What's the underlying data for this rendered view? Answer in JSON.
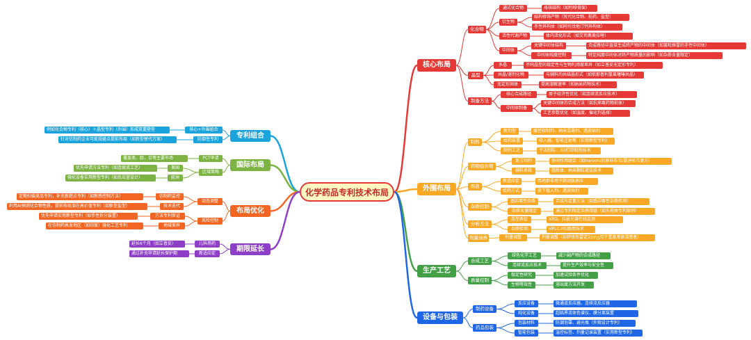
{
  "root": "化学药品专利技术布局",
  "colors": {
    "red": "#e53935",
    "orange": "#f9a825",
    "green": "#43a047",
    "blue": "#1e66e6",
    "cyan": "#1aa3dc",
    "olive": "#7cb342",
    "coral": "#f26522",
    "purple": "#8e3fc7"
  },
  "branches": {
    "core": {
      "label": "核心布局",
      "children": [
        {
          "label": "化合物",
          "children": [
            {
              "label": "通式化合物",
              "children": [
                {
                  "label": "母核结构（如吲哚骨架）"
                }
              ]
            },
            {
              "label": "衍生物",
              "children": [
                {
                  "label": "结构修饰产物（氘代化合物、前药、盐型）"
                },
                {
                  "label": "手性异构体（如阿托伐他汀钙异构体）"
                }
              ]
            },
            {
              "label": "活性代谢产物",
              "children": [
                {
                  "label": "体内活化形式（如艾司奥美拉唑）"
                }
              ]
            },
            {
              "label": "中间体",
              "children": [
                {
                  "label": "关键中间体结构",
                  "children": [
                    {
                      "label": "合成路径中直接生成终产物的中间体（如氯吡格雷的手性中间体）"
                    }
                  ]
                },
                {
                  "label": "中间体纯度控制",
                  "children": [
                    {
                      "label": "特定纯度中间体对终产物质量的影响（如杂质含量限定）"
                    }
                  ]
                }
              ]
            }
          ]
        },
        {
          "label": "晶型",
          "children": [
            {
              "label": "多晶",
              "children": [
                {
                  "label": "不同晶型的稳定性与生物利用度差异（如立普妥无定形专利）"
                }
              ]
            },
            {
              "label": "共晶/溶剂化物",
              "children": [
                {
                  "label": "与辅料的共结晶形式（如依那普利氢氯噻嗪共晶）"
                }
              ]
            },
            {
              "label": "无定形固体",
              "children": [
                {
                  "label": "提高溶解速率（如纳米药物技术）"
                }
              ]
            }
          ]
        },
        {
          "label": "制备方法",
          "children": [
            {
              "label": "核心合成路径",
              "children": [
                {
                  "label": "原子经济性优化（如连续流反应技术）"
                }
              ]
            },
            {
              "label": "中间体制备",
              "children": [
                {
                  "label": "关键中间体的合成方法（如抗病毒药物前体）"
                },
                {
                  "label": "工艺参数优化（如温度、催化剂选择）"
                }
              ]
            }
          ]
        }
      ]
    },
    "peripheral": {
      "label": "外围布局",
      "children": [
        {
          "label": "制剂",
          "children": [
            {
              "label": "新剂型",
              "children": [
                {
                  "label": "缓控释制剂、纳米混悬剂、透皮贴剂"
                }
              ]
            },
            {
              "label": "给药装置",
              "children": [
                {
                  "label": "吸入器、智能注射笔（实用新型专利）"
                }
              ]
            },
            {
              "label": "制剂工艺",
              "children": [
                {
                  "label": "干法制粒、3D打印制剂技术"
                }
              ]
            }
          ]
        },
        {
          "label": "药物组合物",
          "children": [
            {
              "label": "复方制剂",
              "children": [
                {
                  "label": "协同作用组合（如Harvoni的索非布韦/雷迪帕韦复方）"
                }
              ]
            },
            {
              "label": "辅料系统",
              "children": [
                {
                  "label": "脂质体、纳米颗粒递送技术"
                }
              ]
            }
          ]
        },
        {
          "label": "用途",
          "children": [
            {
              "label": "新适应症",
              "children": [
                {
                  "label": "西地那非用于肺动脉高压"
                }
              ]
            },
            {
              "label": "给药方式",
              "children": [
                {
                  "label": "皮下植入剂、透皮贴剂"
                }
              ]
            }
          ]
        },
        {
          "label": "杂质控制",
          "children": [
            {
              "label": "基因毒性杂质",
              "children": [
                {
                  "label": "合成与定量方法（如基因毒性杂质检测）"
                }
              ]
            },
            {
              "label": "杂质含量限定",
              "children": [
                {
                  "label": "通过专利限定杂质阈值（如头孢类专利案例）"
                }
              ]
            }
          ]
        },
        {
          "label": "分析方法",
          "children": [
            {
              "label": "晶型表征",
              "children": [
                {
                  "label": "XRD、拉曼光谱在线监测"
                }
              ]
            },
            {
              "label": "杂质检测",
              "children": [
                {
                  "label": "HPLC-MS联用技术"
                }
              ]
            }
          ]
        },
        {
          "label": "剂量规格",
          "children": [
            {
              "label": "剂量调整",
              "children": [
                {
                  "label": "剂量调整（如伊伐布雷定25mg用于重度肾衰竭患者）"
                }
              ]
            }
          ]
        }
      ]
    },
    "process": {
      "label": "生产工艺",
      "children": [
        {
          "label": "合成工艺",
          "children": [
            {
              "label": "绿色化学工艺",
              "children": [
                {
                  "label": "减少副产物的合成路径"
                }
              ]
            },
            {
              "label": "连续流反应技术",
              "children": [
                {
                  "label": "提升生产效率与安全性"
                }
              ]
            }
          ]
        },
        {
          "label": "质量控制",
          "children": [
            {
              "label": "稳定性研究",
              "children": [
                {
                  "label": "加速试验条件优化"
                }
              ]
            },
            {
              "label": "生物等效性",
              "children": [
                {
                  "label": "溶出度方法开发"
                }
              ]
            }
          ]
        }
      ]
    },
    "equipment": {
      "label": "设备与包装",
      "children": [
        {
          "label": "制药设备",
          "children": [
            {
              "label": "反应设备",
              "children": [
                {
                  "label": "微通道反应器、连续流反应器"
                }
              ]
            },
            {
              "label": "纯化设备",
              "children": [
                {
                  "label": "超临界流体色谱仪、膜分离装置"
                }
              ]
            }
          ]
        },
        {
          "label": "药品包装",
          "children": [
            {
              "label": "包装材料",
              "children": [
                {
                  "label": "防潮泡罩、避光瓶（外观设计专利）"
                }
              ]
            },
            {
              "label": "智能包装",
              "children": [
                {
                  "label": "温控标签、剂量记录装置（实用新型专利）"
                }
              ]
            }
          ]
        }
      ]
    },
    "portfolio": {
      "label": "专利组合",
      "children": [
        {
          "label": "核心+外围组合",
          "children": [
            {
              "label": "例如化合物专利（核心）＋晶型专利（外围）形成双重壁垒"
            }
          ]
        },
        {
          "label": "防御性专利",
          "children": [
            {
              "label": "针对仿制药企业可能规避点提前布局（如新型替代方案）"
            }
          ]
        }
      ]
    },
    "international": {
      "label": "国际布局",
      "children": [
        {
          "label": "PCT申请",
          "children": [
            {
              "label": "覆盖美、欧、日等主要市场"
            }
          ]
        },
        {
          "label": "区域策略",
          "children": [
            {
              "label": "美国",
              "children": [
                {
                  "label": "优先申请方法专利（如连续流工艺）"
                }
              ]
            },
            {
              "label": "欧洲",
              "children": [
                {
                  "label": "强化设备实用新型专利（如反应釜设计）"
                }
              ]
            }
          ]
        }
      ]
    },
    "optimization": {
      "label": "布局优化",
      "children": [
        {
          "label": "动态调整",
          "children": [
            {
              "label": "仿制药监控",
              "children": [
                {
                  "label": "定期扫描竞品专利，补充新靶点专利（如新感控制方法）"
                }
              ]
            },
            {
              "label": "技术迭代",
              "children": [
                {
                  "label": "利用AI预测化合物性质，提前布局潜在高价值专利（如新型盐型）"
                }
              ]
            }
          ]
        },
        {
          "label": "风险控制",
          "children": [
            {
              "label": "方法专利审证",
              "children": [
                {
                  "label": "优先申请实用新型专利（如手性拆分装置）"
                }
              ]
            },
            {
              "label": "地域差异",
              "children": [
                {
                  "label": "在仿制药高发地区（如印度）强化工艺专利"
                }
              ]
            }
          ]
        }
      ]
    },
    "extension": {
      "label": "期限延长",
      "children": [
        {
          "label": "儿科用药",
          "children": [
            {
              "label": "延长6个月（如立普妥）"
            }
          ]
        },
        {
          "label": "新适应症",
          "children": [
            {
              "label": "通过补充申请延长保护期"
            }
          ]
        }
      ]
    }
  }
}
